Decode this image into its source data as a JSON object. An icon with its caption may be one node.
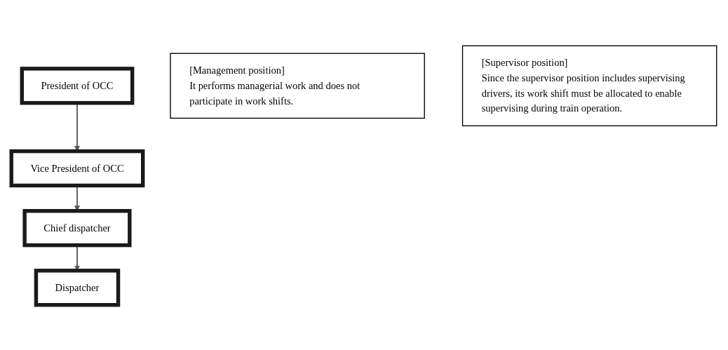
{
  "diagram": {
    "nodes": [
      {
        "text": [
          "President of OCC"
        ]
      },
      {
        "text": [
          "Vice President of OCC"
        ]
      },
      {
        "text": [
          "Chief dispatcher"
        ]
      },
      {
        "text": [
          "Dispatcher"
        ]
      },
      {
        "text": [
          "[Management position]",
          "It performs managerial work and does not participate in work shifts."
        ]
      },
      {
        "text": [
          "[Supervisor position]",
          "Since the supervisor position includes supervising drivers, its work shift must be allocated to enable supervising during train operation."
        ]
      }
    ],
    "edges": [
      {
        "from": 0,
        "to": 1,
        "arrow": "to"
      },
      {
        "from": 1,
        "to": 2,
        "arrow": "to"
      },
      {
        "from": 2,
        "to": 3,
        "arrow": "to"
      }
    ]
  }
}
